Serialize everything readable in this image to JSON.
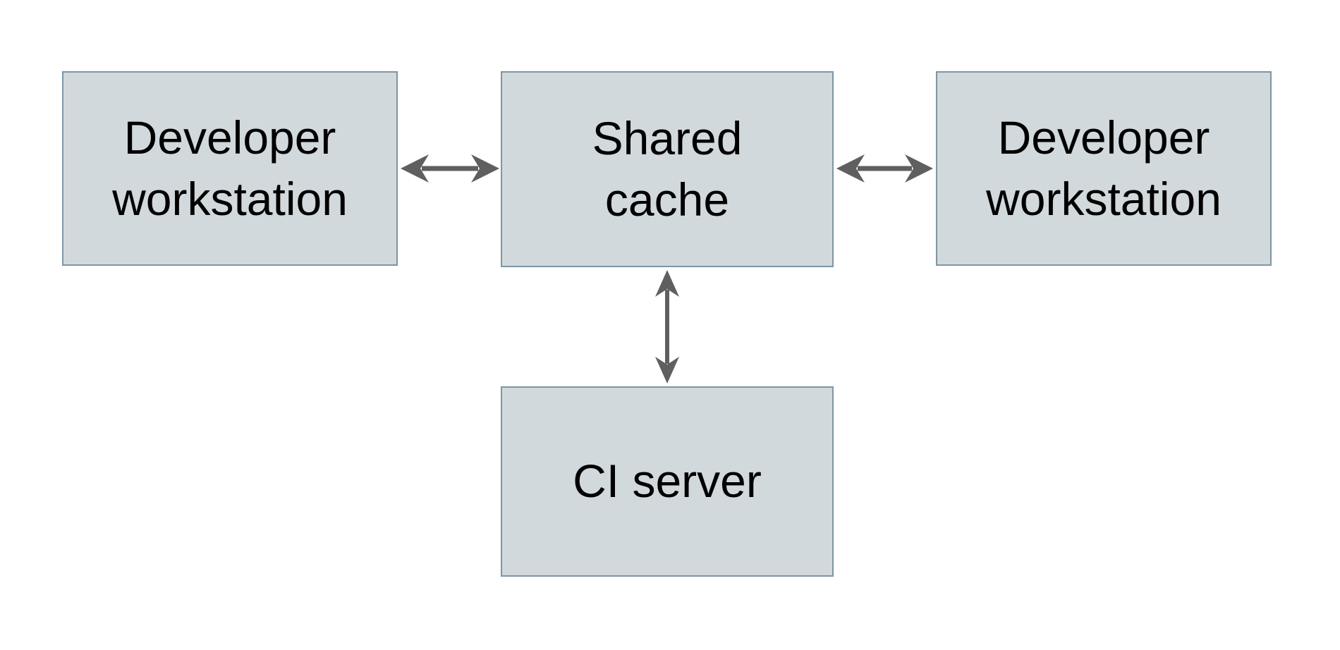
{
  "diagram": {
    "type": "architecture-diagram",
    "colors": {
      "background": "#ffffff",
      "node_fill": "#d2d9dc",
      "node_border": "#7e95a3",
      "arrow": "#5f5f5f",
      "text": "#000000"
    },
    "nodes": {
      "dev_left": {
        "label": "Developer\nworkstation"
      },
      "shared_cache": {
        "label": "Shared\ncache"
      },
      "dev_right": {
        "label": "Developer\nworkstation"
      },
      "ci_server": {
        "label": "CI server"
      }
    },
    "edges": [
      {
        "from": "dev_left",
        "to": "shared_cache",
        "direction": "bidirectional"
      },
      {
        "from": "shared_cache",
        "to": "dev_right",
        "direction": "bidirectional"
      },
      {
        "from": "shared_cache",
        "to": "ci_server",
        "direction": "bidirectional"
      }
    ]
  }
}
